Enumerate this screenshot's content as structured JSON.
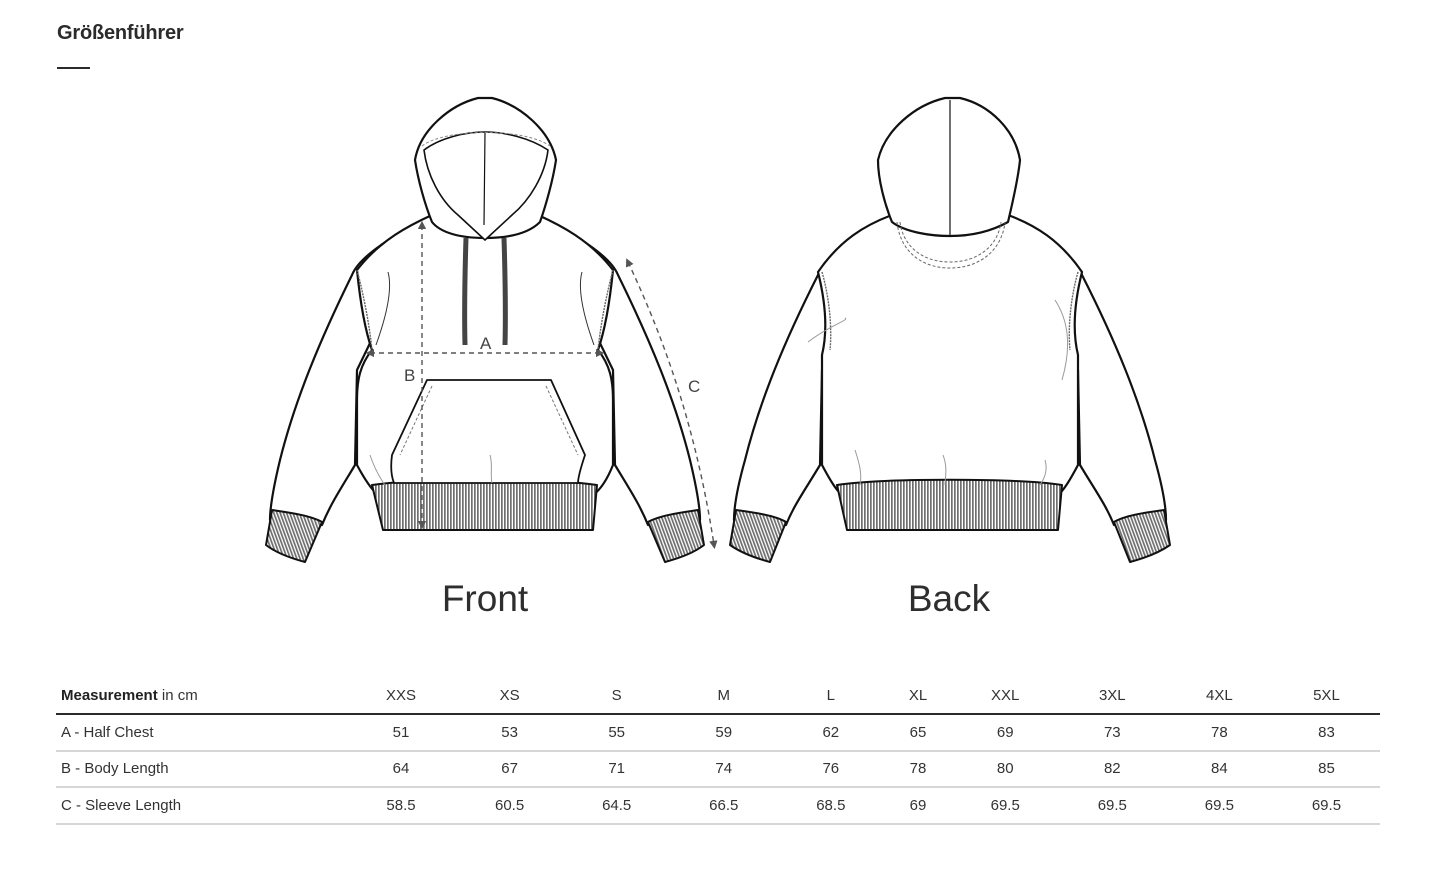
{
  "page": {
    "title": "Größenführer"
  },
  "views": {
    "front_label": "Front",
    "back_label": "Back",
    "measure_markers": {
      "a": "A",
      "b": "B",
      "c": "C"
    }
  },
  "size_table": {
    "header_label_bold": "Measurement",
    "header_label_unit": " in cm",
    "sizes": [
      "XXS",
      "XS",
      "S",
      "M",
      "L",
      "XL",
      "XXL",
      "3XL",
      "4XL",
      "5XL"
    ],
    "rows": [
      {
        "label": "A - Half Chest",
        "values": [
          "51",
          "53",
          "55",
          "59",
          "62",
          "65",
          "69",
          "73",
          "78",
          "83"
        ]
      },
      {
        "label": "B - Body Length",
        "values": [
          "64",
          "67",
          "71",
          "74",
          "76",
          "78",
          "80",
          "82",
          "84",
          "85"
        ]
      },
      {
        "label": "C - Sleeve Length",
        "values": [
          "58.5",
          "60.5",
          "64.5",
          "66.5",
          "68.5",
          "69",
          "69.5",
          "69.5",
          "69.5",
          "69.5"
        ]
      }
    ]
  },
  "colors": {
    "text": "#333333",
    "heading": "#2b2b2b",
    "header_rule": "#2b2b2b",
    "row_rule": "#d6d6d6",
    "rib_fill": "#8a8a8a"
  }
}
